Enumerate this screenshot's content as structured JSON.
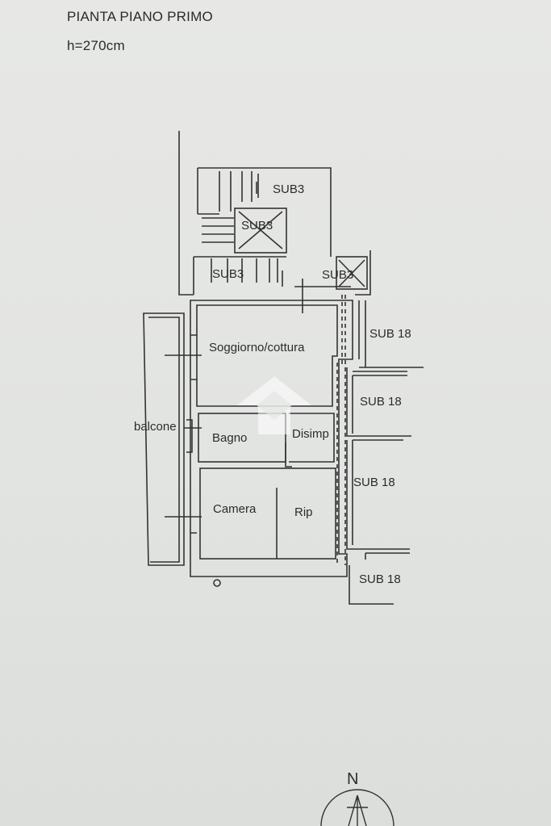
{
  "header": {
    "title": "PIANTA PIANO PRIMO",
    "height_note": "h=270cm"
  },
  "rooms": {
    "soggiorno": "Soggiorno/cottura",
    "bagno": "Bagno",
    "disimpegno": "Disimp",
    "camera": "Camera",
    "ripostiglio": "Rip",
    "balcone": "balcone"
  },
  "neighbors": {
    "sub3_top": "SUB3",
    "sub3_center": "SUB3",
    "sub3_stair": "SUB3",
    "sub3_right": "SUB3",
    "sub18_a": "SUB 18",
    "sub18_b": "SUB 18",
    "sub18_c": "SUB 18",
    "sub18_d": "SUB 18"
  },
  "compass": {
    "north_label": "N"
  },
  "colors": {
    "paper": "#e3e5e3",
    "ink": "#2b2b2b",
    "watermark": "#ffffff"
  }
}
